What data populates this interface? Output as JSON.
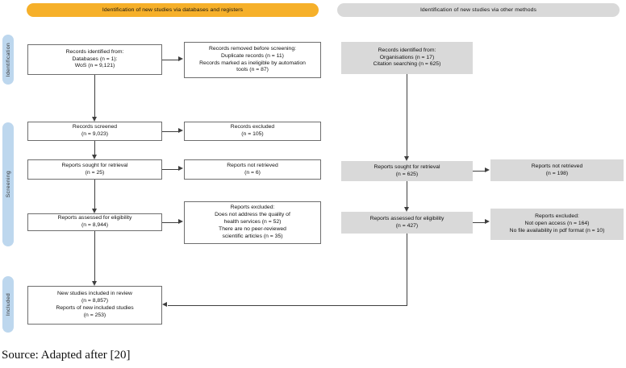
{
  "banners": {
    "databases": "Identification of new studies via databases and registers",
    "other": "Identification of new studies via other methods"
  },
  "stage_labels": {
    "identification": "Identification",
    "screening": "Screening",
    "included": "Included"
  },
  "boxes": {
    "records_identified_db": "Records identified from:\nDatabases (n = 1):\nWoS (n = 9,121)",
    "records_removed": "Records removed before screening:\nDuplicate records (n = 11)\nRecords marked as ineligible by automation\ntools (n = 87)",
    "records_identified_other": "Records identified from:\nOrganisations (n = 17)\nCitation searching (n = 625)",
    "records_screened": "Records screened\n(n = 9,023)",
    "records_excluded": "Records excluded\n(n = 105)",
    "reports_sought_db": "Reports sought for retrieval\n(n = 25)",
    "reports_not_retrieved_db": "Reports not retrieved\n(n = 6)",
    "reports_sought_other": "Reports sought for retrieval\n(n = 625)",
    "reports_not_retrieved_other": "Reports not retrieved\n(n = 198)",
    "reports_assessed_db": "Reports assessed for eligibility\n(n = 8,944)",
    "reports_excluded_db": "Reports excluded:\nDoes not address the quality of\nhealth services (n = 52)\nThere are no peer-reviewed\nscientific articles (n = 35)",
    "reports_assessed_other": "Reports assessed for eligibility\n(n = 427)",
    "reports_excluded_other": "Reports excluded:\nNot open access (n = 164)\nNo file availability in pdf format (n = 10)",
    "included_studies": "New studies included in review\n(n = 8,857)\nReports of new included studies\n(n = 253)"
  },
  "source_note": "Source: Adapted after [20]",
  "colors": {
    "banner_databases": "#F6B02A",
    "banner_other": "#D9D9D9",
    "stage_tab": "#BDD7EE",
    "gray_box": "#D9D9D9",
    "white_box_border": "#6E6E6E",
    "connector": "#3F3F3F"
  }
}
